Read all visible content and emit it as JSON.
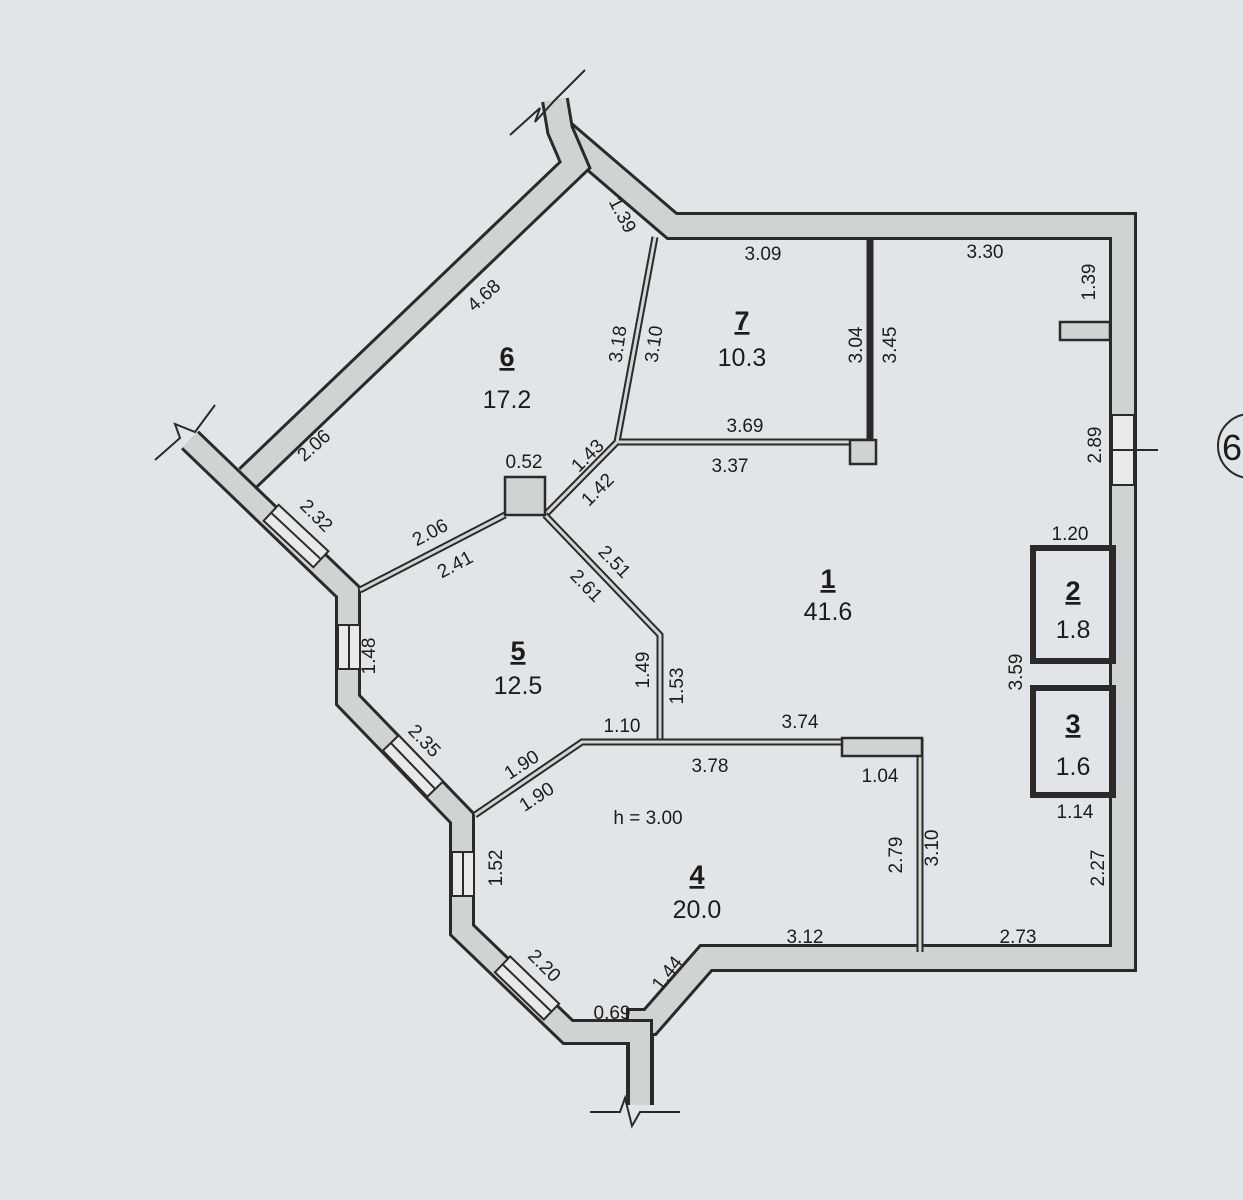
{
  "rooms": [
    {
      "number": "1",
      "area": "41.6"
    },
    {
      "number": "2",
      "area": "1.8"
    },
    {
      "number": "3",
      "area": "1.6"
    },
    {
      "number": "4",
      "area": "20.0"
    },
    {
      "number": "5",
      "area": "12.5"
    },
    {
      "number": "6",
      "area": "17.2"
    },
    {
      "number": "7",
      "area": "10.3"
    }
  ],
  "ceiling_height": "h = 3.00",
  "axis_marker": "6",
  "dimensions": [
    "1.39",
    "4.68",
    "2.06",
    "3.18",
    "3.10",
    "3.09",
    "3.04",
    "3.45",
    "3.69",
    "3.37",
    "3.30",
    "1.39",
    "2.89",
    "1.20",
    "3.59",
    "1.14",
    "2.27",
    "2.73",
    "0.52",
    "1.43",
    "1.42",
    "2.32",
    "2.06",
    "2.41",
    "2.51",
    "2.61",
    "1.48",
    "1.49",
    "1.53",
    "1.10",
    "3.74",
    "2.35",
    "1.90",
    "1.90",
    "3.78",
    "1.04",
    "2.79",
    "3.10",
    "1.52",
    "3.12",
    "2.20",
    "1.44",
    "0.69"
  ],
  "colors": {
    "background": "#e2e5e7",
    "wall_fill": "#cfd3d3",
    "line": "#2a2a2a"
  }
}
